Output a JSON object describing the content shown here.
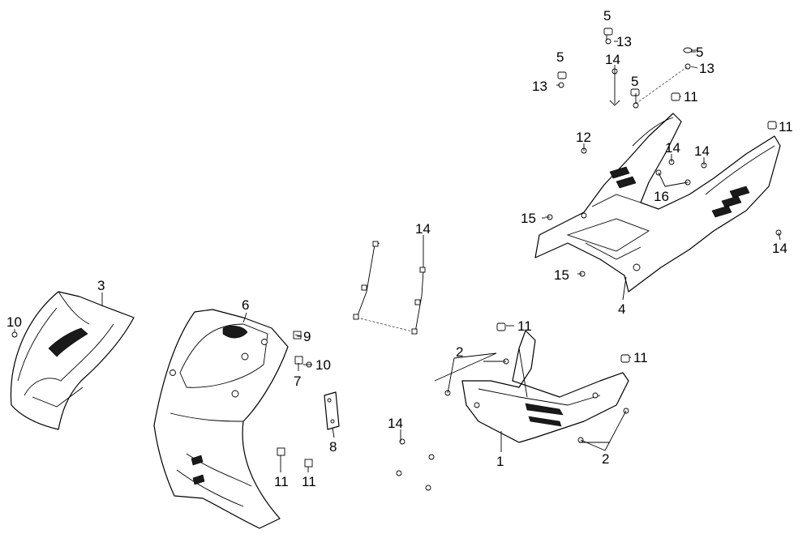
{
  "diagram": {
    "callouts": [
      {
        "id": "c1",
        "text": "1"
      },
      {
        "id": "c2a",
        "text": "2"
      },
      {
        "id": "c2b",
        "text": "2"
      },
      {
        "id": "c3",
        "text": "3"
      },
      {
        "id": "c4",
        "text": "4"
      },
      {
        "id": "c5a",
        "text": "5"
      },
      {
        "id": "c5b",
        "text": "5"
      },
      {
        "id": "c5c",
        "text": "5"
      },
      {
        "id": "c5d",
        "text": "5"
      },
      {
        "id": "c6",
        "text": "6"
      },
      {
        "id": "c7",
        "text": "7"
      },
      {
        "id": "c8",
        "text": "8"
      },
      {
        "id": "c9",
        "text": "9"
      },
      {
        "id": "c10a",
        "text": "10"
      },
      {
        "id": "c10b",
        "text": "10"
      },
      {
        "id": "c11a",
        "text": "11"
      },
      {
        "id": "c11b",
        "text": "11"
      },
      {
        "id": "c11c",
        "text": "11"
      },
      {
        "id": "c11d",
        "text": "11"
      },
      {
        "id": "c11e",
        "text": "11"
      },
      {
        "id": "c11f",
        "text": "11"
      },
      {
        "id": "c12",
        "text": "12"
      },
      {
        "id": "c13a",
        "text": "13"
      },
      {
        "id": "c13b",
        "text": "13"
      },
      {
        "id": "c13c",
        "text": "13"
      },
      {
        "id": "c14a",
        "text": "14"
      },
      {
        "id": "c14b",
        "text": "14"
      },
      {
        "id": "c14c",
        "text": "14"
      },
      {
        "id": "c14d",
        "text": "14"
      },
      {
        "id": "c14e",
        "text": "14"
      },
      {
        "id": "c14f",
        "text": "14"
      },
      {
        "id": "c15a",
        "text": "15"
      },
      {
        "id": "c15b",
        "text": "15"
      },
      {
        "id": "c16",
        "text": "16"
      }
    ]
  }
}
